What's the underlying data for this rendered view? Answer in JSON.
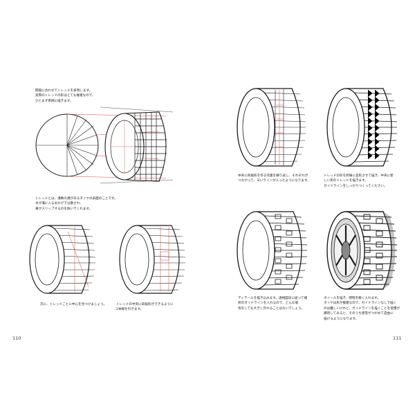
{
  "spread": {
    "left_page": {
      "number": "110",
      "intro_caption": "間隔に合わせてトレッドを表現します。\n実際のトレッドの形はとても複雑なので、\nひとまず単純に描きます。",
      "tread_caption": "トレッドとは、溝数の溝があるタイヤの表面のことです。\n水が溝に入るおかげで分散され、\n車がスリップするのを防いでくれます。",
      "step1_caption": "次に、トレッドごとに中心を見つけましょう。",
      "step2_caption": "トレッドの中央に四角形ができるように\n2本線を引きます。"
    },
    "right_page": {
      "number": "111",
      "step3_caption": "中央に四角形を作る作業を繰り返し、それぞれが\nつながって、ヨいラインが入ったようになります。",
      "step4_caption": "トレッドの形を折線に変形させて描き、中央に新\nしい形のトレッドを描きます。\nガイドラインをしっかりつくってください。",
      "step5_caption": "ディテールを描き込みます。透視図法に従って補\n修のガイドラインを入れるので、どんな場\n等をしても大きく外れることはないでしょう。",
      "step6_caption": "ホイールを描き、明暗を軽く入れます。\nタイヤは形が複雑なので、ガイドラインなしで描く\nのは難しいけれど、ガイドラインを描くことを習慣が\n練習してみると、そのうち感覚がつかめて自由に\n描けるようになります。"
    }
  },
  "colors": {
    "ink": "#1a1a1a",
    "guide_red": "#d9463c",
    "paper": "#ffffff"
  }
}
